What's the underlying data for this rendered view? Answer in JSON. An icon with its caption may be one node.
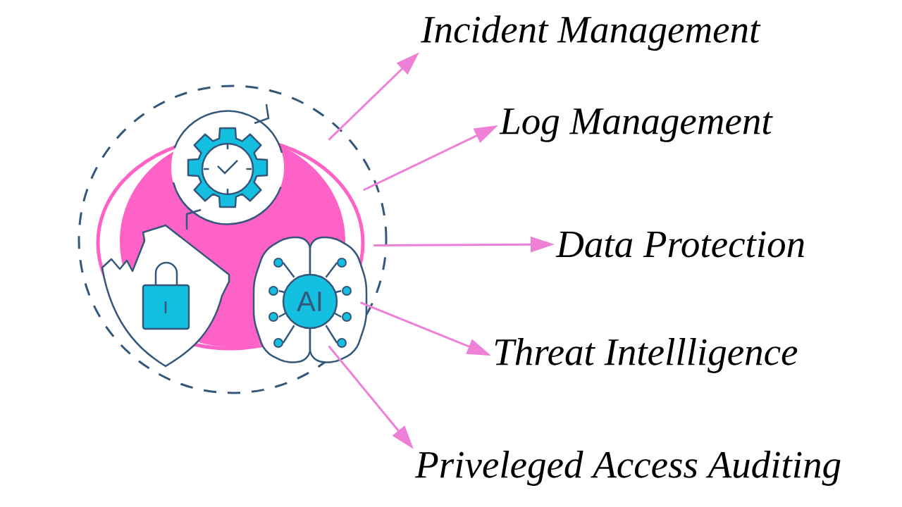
{
  "diagram": {
    "nodes": [
      {
        "text": [],
        "shape": "picture"
      },
      {
        "text": [
          "Incident Management"
        ]
      },
      {
        "text": [
          "Log Management"
        ]
      },
      {
        "text": [
          "Data Protection"
        ]
      },
      {
        "text": [
          "Threat Intellligence"
        ]
      },
      {
        "text": [
          "Priveleged Access Auditing"
        ]
      }
    ],
    "edges": [
      {
        "from": 0,
        "to": 1,
        "arrow": "to"
      },
      {
        "from": 0,
        "to": 2,
        "arrow": "to"
      },
      {
        "from": 0,
        "to": 3,
        "arrow": "to"
      },
      {
        "from": 0,
        "to": 4,
        "arrow": "to"
      },
      {
        "from": 0,
        "to": 5,
        "arrow": "to"
      }
    ],
    "labels": [
      "AI"
    ]
  }
}
